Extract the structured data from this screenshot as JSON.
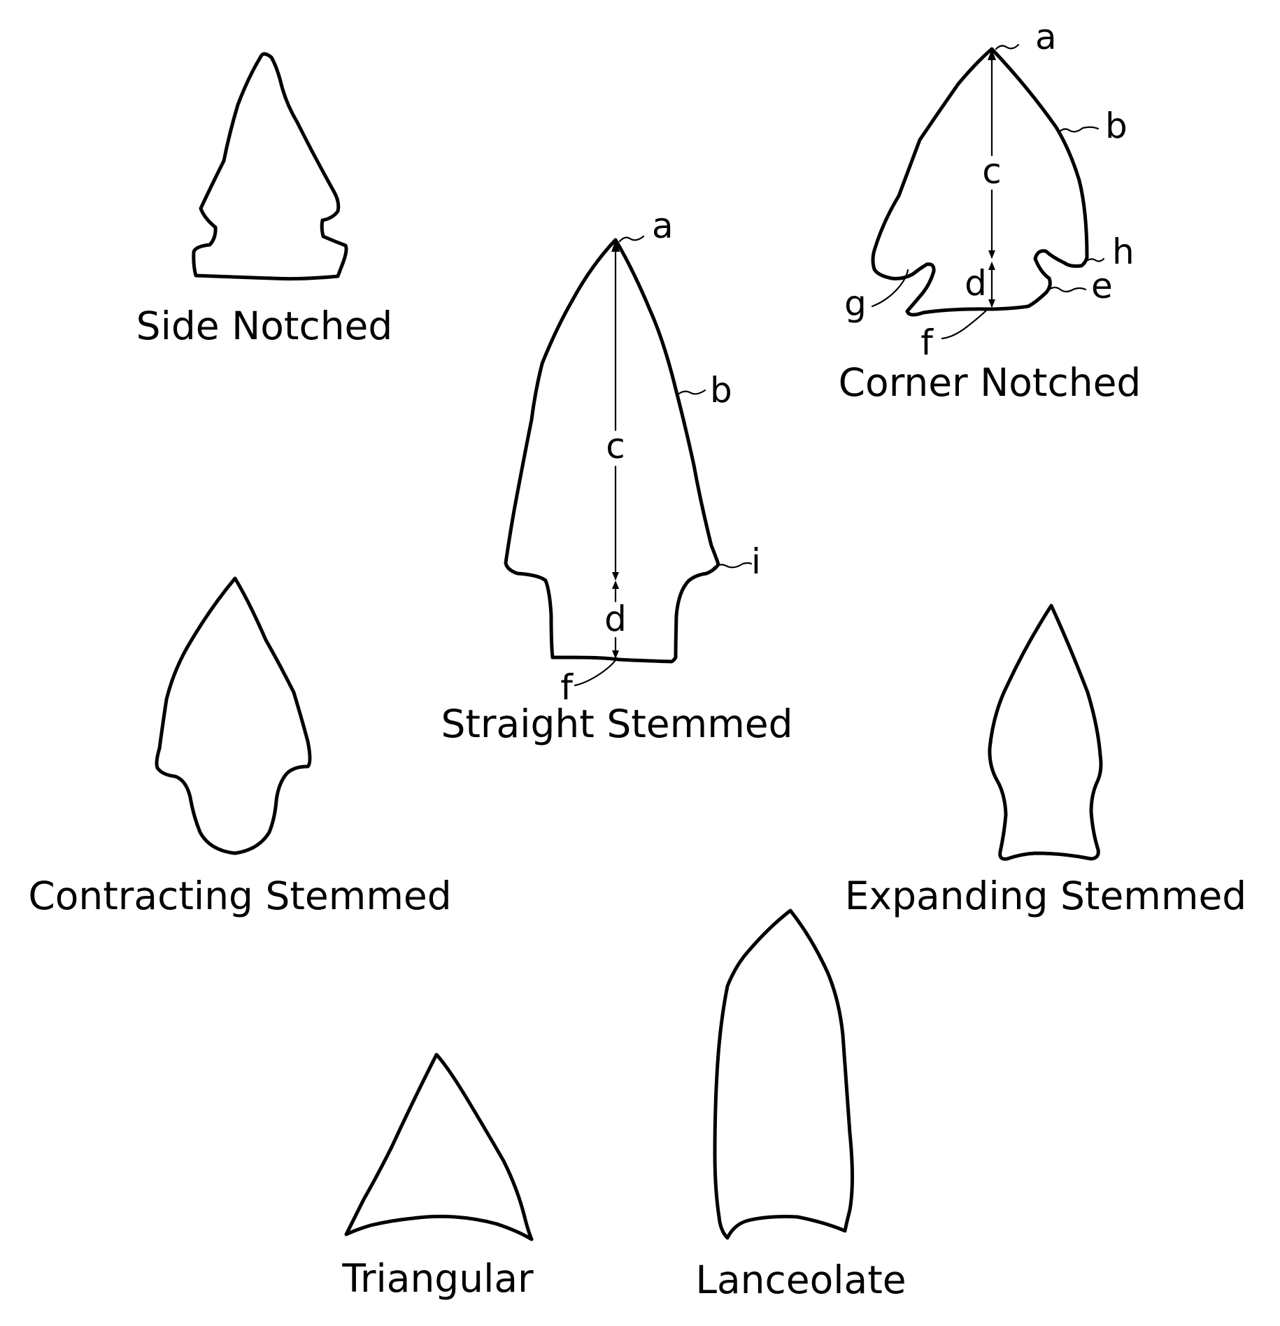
{
  "labels": {
    "side_notched": "Side Notched",
    "corner_notched": "Corner Notched",
    "straight_stemmed": "Straight Stemmed",
    "contracting_stemmed": "Contracting Stemmed",
    "expanding_stemmed": "Expanding Stemmed",
    "triangular": "Triangular",
    "lanceolate": "Lanceolate"
  },
  "straight_parts": {
    "a": "a",
    "b": "b",
    "c": "c",
    "d": "d",
    "f": "f",
    "i": "i"
  },
  "corner_parts": {
    "a": "a",
    "b": "b",
    "c": "c",
    "d": "d",
    "e": "e",
    "f": "f",
    "g": "g",
    "h": "h"
  }
}
